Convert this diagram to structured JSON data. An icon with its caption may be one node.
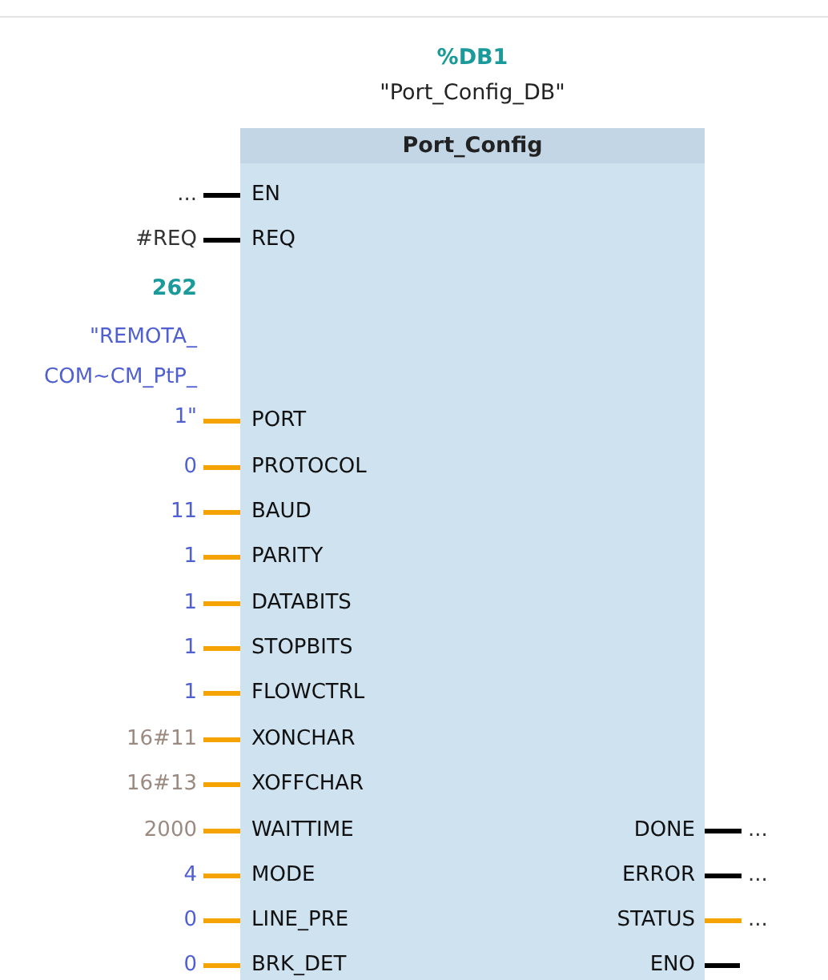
{
  "diagram": {
    "nodes": [
      {
        "text": [
          "Port_Config"
        ],
        "beside": [
          "%DB1",
          "\"Port_Config_DB\""
        ]
      },
      {
        "text": [
          "..."
        ]
      },
      {
        "text": [
          "EN"
        ],
        "in": 0
      },
      {
        "text": [
          "#REQ"
        ]
      },
      {
        "text": [
          "REQ"
        ],
        "in": 0
      },
      {
        "text": [
          "262",
          "\"REMOTA_ COM~CM_PtP_ 1\""
        ]
      },
      {
        "text": [
          "PORT"
        ],
        "in": 0
      },
      {
        "text": [
          "0"
        ]
      },
      {
        "text": [
          "PROTOCOL"
        ],
        "in": 0
      },
      {
        "text": [
          "11"
        ]
      },
      {
        "text": [
          "BAUD"
        ],
        "in": 0
      },
      {
        "text": [
          "1"
        ]
      },
      {
        "text": [
          "PARITY"
        ],
        "in": 0
      },
      {
        "text": [
          "1"
        ]
      },
      {
        "text": [
          "DATABITS"
        ],
        "in": 0
      },
      {
        "text": [
          "1"
        ]
      },
      {
        "text": [
          "STOPBITS"
        ],
        "in": 0
      },
      {
        "text": [
          "1"
        ]
      },
      {
        "text": [
          "FLOWCTRL"
        ],
        "in": 0
      },
      {
        "text": [
          "16#11"
        ]
      },
      {
        "text": [
          "XONCHAR"
        ],
        "in": 0
      },
      {
        "text": [
          "16#13"
        ]
      },
      {
        "text": [
          "XOFFCHAR"
        ],
        "in": 0
      },
      {
        "text": [
          "2000"
        ]
      },
      {
        "text": [
          "WAITTIME"
        ],
        "in": 0
      },
      {
        "text": [
          "4"
        ]
      },
      {
        "text": [
          "MODE"
        ],
        "in": 0
      },
      {
        "text": [
          "0"
        ]
      },
      {
        "text": [
          "LINE_PRE"
        ],
        "in": 0
      },
      {
        "text": [
          "0"
        ]
      },
      {
        "text": [
          "BRK_DET"
        ],
        "in": 0
      },
      {
        "text": [
          "DONE"
        ],
        "in": 0
      },
      {
        "text": [
          "..."
        ]
      },
      {
        "text": [
          "ERROR"
        ],
        "in": 0
      },
      {
        "text": [
          "..."
        ]
      },
      {
        "text": [
          "STATUS"
        ],
        "in": 0
      },
      {
        "text": [
          "..."
        ]
      },
      {
        "text": [
          "ENO"
        ],
        "in": 0
      }
    ],
    "edges": [
      {
        "from": 1,
        "to": 2,
        "arrow": "none",
        "color": "#000000"
      },
      {
        "from": 3,
        "to": 4,
        "arrow": "none",
        "color": "#000000"
      },
      {
        "from": 5,
        "to": 6,
        "arrow": "none"
      },
      {
        "from": 7,
        "to": 8,
        "arrow": "none"
      },
      {
        "from": 9,
        "to": 10,
        "arrow": "none"
      },
      {
        "from": 11,
        "to": 12,
        "arrow": "none"
      },
      {
        "from": 13,
        "to": 14,
        "arrow": "none"
      },
      {
        "from": 15,
        "to": 16,
        "arrow": "none"
      },
      {
        "from": 17,
        "to": 18,
        "arrow": "none"
      },
      {
        "from": 19,
        "to": 20,
        "arrow": "none"
      },
      {
        "from": 21,
        "to": 22,
        "arrow": "none"
      },
      {
        "from": 23,
        "to": 24,
        "arrow": "none"
      },
      {
        "from": 25,
        "to": 26,
        "arrow": "none"
      },
      {
        "from": 27,
        "to": 28,
        "arrow": "none"
      },
      {
        "from": 29,
        "to": 30,
        "arrow": "none"
      },
      {
        "from": 31,
        "to": 32,
        "arrow": "none",
        "color": "#000000"
      },
      {
        "from": 33,
        "to": 34,
        "arrow": "none",
        "color": "#000000"
      },
      {
        "from": 35,
        "to": 36,
        "arrow": "none"
      },
      {
        "from": 37,
        "to": null,
        "arrow": "none",
        "color": "#000000"
      }
    ]
  }
}
